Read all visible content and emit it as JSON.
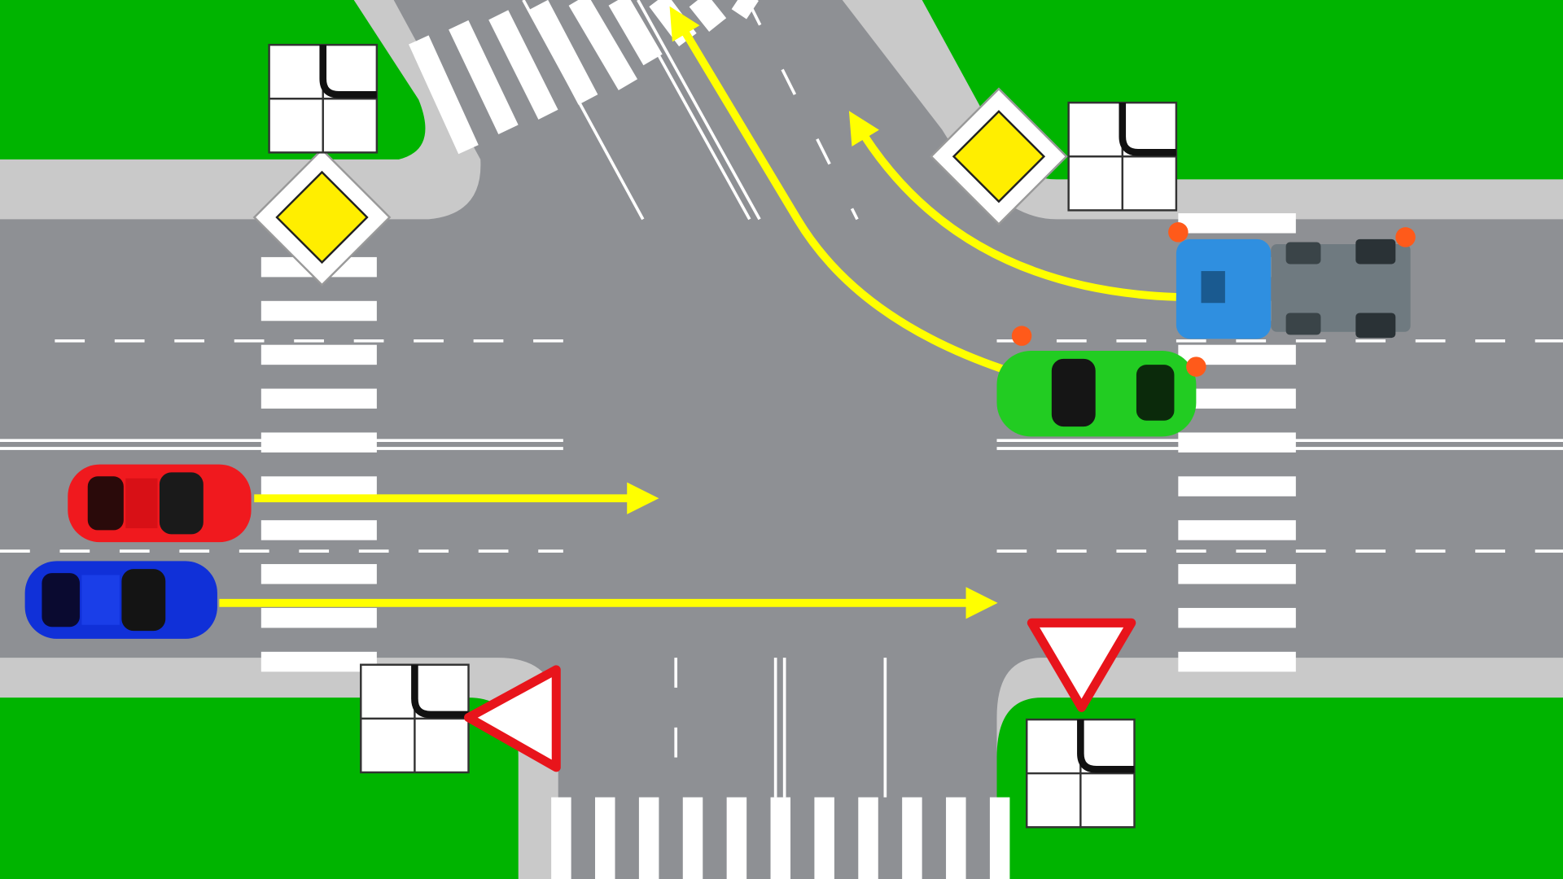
{
  "scene": {
    "title": "",
    "colors": {
      "grass": "#00b400",
      "road": "#8e9094",
      "sidewalk": "#c9c9c9",
      "marking": "#ffffff",
      "arrow": "#ffff00",
      "sign_yellow": "#ffee00",
      "sign_red": "#e8141b"
    },
    "vehicles": [
      {
        "name": "red-car",
        "color": "#f0191e",
        "heading": "east",
        "turn_signal": false
      },
      {
        "name": "blue-car",
        "color": "#1030d8",
        "heading": "east",
        "turn_signal": false
      },
      {
        "name": "green-car",
        "color": "#22cc22",
        "heading": "west",
        "turn_signal": true
      },
      {
        "name": "blue-truck",
        "color": "#2f8fe0",
        "heading": "west",
        "turn_signal": true
      }
    ],
    "signs": [
      {
        "name": "main-road-sign",
        "icon": "yellow-diamond"
      },
      {
        "name": "main-road-sign",
        "icon": "yellow-diamond"
      },
      {
        "name": "yield-sign",
        "icon": "red-triangle"
      },
      {
        "name": "yield-sign",
        "icon": "red-triangle"
      },
      {
        "name": "road-direction-plate",
        "icon": "main-road-direction"
      }
    ]
  }
}
